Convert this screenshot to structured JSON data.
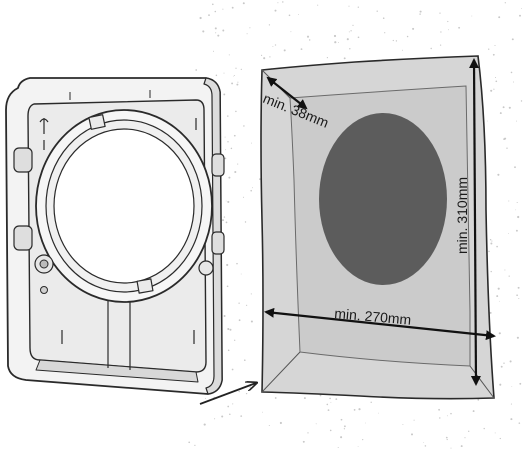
{
  "labels": {
    "depth": "min. 38mm",
    "width": "min. 270mm",
    "height": "min. 310mm"
  },
  "colors": {
    "wall_speckle": "#c8c8c8",
    "niche_fill": "#d4d4d4",
    "niche_inner": "#c6c6c6",
    "opening_fill": "#5a5a5a",
    "outline": "#2a2a2a",
    "frame_light": "#f4f4f4",
    "frame_mid": "#e2e2e2"
  },
  "icons": {
    "arrow": "insert-arrow-icon"
  }
}
